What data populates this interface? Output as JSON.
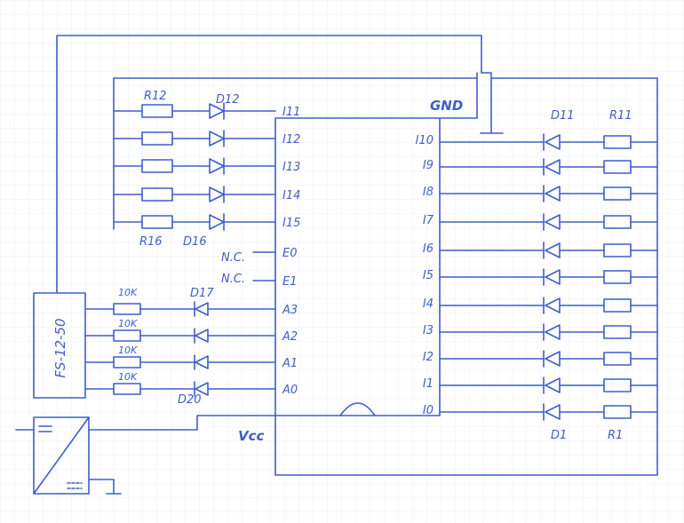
{
  "colors": {
    "ink": "#3f5ec7",
    "grid": "#eef0f4",
    "paper": "#ffffff"
  },
  "chip": {
    "left_pins": [
      "I11",
      "I12",
      "I13",
      "I14",
      "I15",
      "E0",
      "E1",
      "A3",
      "A2",
      "A1",
      "A0"
    ],
    "right_pins": [
      "I10",
      "I9",
      "I8",
      "I7",
      "I6",
      "I5",
      "I4",
      "I3",
      "I2",
      "I1",
      "I0"
    ],
    "nc_labels": [
      "N.C.",
      "N.C."
    ],
    "gnd": "GND",
    "vcc": "Vcc"
  },
  "left_top_labels": {
    "r_top": "R12",
    "d_top": "D12",
    "r_bottom": "R16",
    "d_bottom": "D16"
  },
  "address_labels": {
    "res": [
      "10K",
      "10K",
      "10K",
      "10K"
    ],
    "d_top": "D17",
    "d_bottom": "D20"
  },
  "right_labels": {
    "d_top": "D11",
    "r_top": "R11",
    "d_bottom": "D1",
    "r_bottom": "R1"
  },
  "module": {
    "label": "FS-12-50"
  },
  "icons": [
    "led-icon",
    "resistor-icon",
    "ground-icon",
    "power-supply-icon"
  ]
}
